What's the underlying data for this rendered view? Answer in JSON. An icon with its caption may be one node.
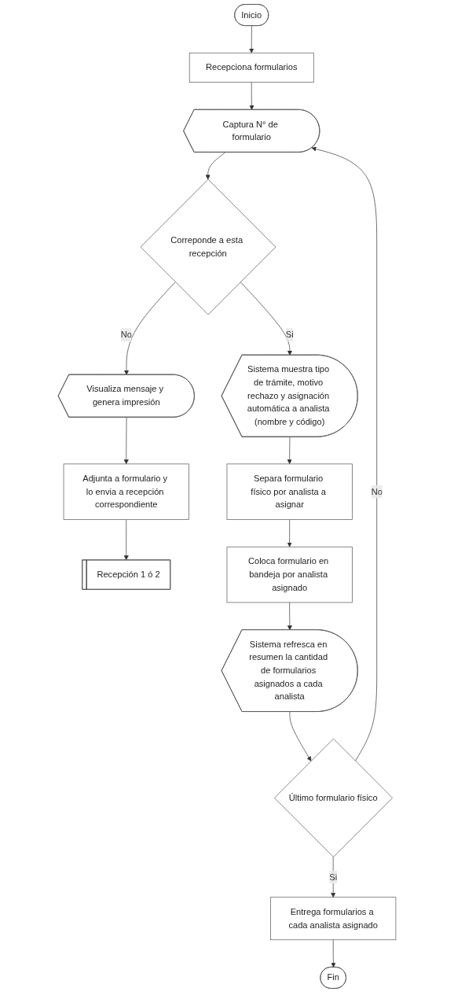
{
  "diagram": {
    "nodes": [
      {
        "text": [
          "Inicio"
        ]
      },
      {
        "text": [
          "Recepciona formularios"
        ]
      },
      {
        "text": [
          "Captura N° de formulario"
        ]
      },
      {
        "text": [
          "Correponde a esta recepción"
        ]
      },
      {
        "text": [
          "Visualiza mensaje y genera impresión"
        ]
      },
      {
        "text": [
          "Adjunta a formulario y lo envia a recepción correspondiente"
        ]
      },
      {
        "text": [
          "Recepción 1 ó 2"
        ]
      },
      {
        "text": [
          "Sistema muestra tipo de trámite, motivo rechazo y asignación automática a analista (nombre y código)"
        ]
      },
      {
        "text": [
          "Separa formulario físico por analista a asignar"
        ]
      },
      {
        "text": [
          "Coloca formulario en bandeja por analista asignado"
        ]
      },
      {
        "text": [
          "Sistema refresca en resumen la cantidad de formularios asignados a cada analista"
        ]
      },
      {
        "text": [
          "Último formulario físico"
        ]
      },
      {
        "text": [
          "Entrega formularios a cada analista asignado"
        ]
      },
      {
        "text": [
          "Fin"
        ]
      }
    ],
    "edges": [
      {
        "from": 0,
        "to": 1,
        "arrow": "to"
      },
      {
        "from": 1,
        "to": 2,
        "arrow": "to"
      },
      {
        "from": 2,
        "to": 3,
        "arrow": "to"
      },
      {
        "from": 3,
        "to": 4,
        "label": "No",
        "arrow": "to"
      },
      {
        "from": 4,
        "to": 5,
        "arrow": "to"
      },
      {
        "from": 5,
        "to": 6,
        "arrow": "to"
      },
      {
        "from": 3,
        "to": 7,
        "label": "Si",
        "arrow": "to"
      },
      {
        "from": 7,
        "to": 8,
        "arrow": "to"
      },
      {
        "from": 8,
        "to": 9,
        "arrow": "to"
      },
      {
        "from": 9,
        "to": 10,
        "arrow": "to"
      },
      {
        "from": 10,
        "to": 11,
        "arrow": "to"
      },
      {
        "from": 11,
        "to": 2,
        "label": "No",
        "arrow": "to"
      },
      {
        "from": 11,
        "to": 12,
        "label": "Si",
        "arrow": "to"
      },
      {
        "from": 12,
        "to": 13,
        "arrow": "to"
      }
    ]
  }
}
